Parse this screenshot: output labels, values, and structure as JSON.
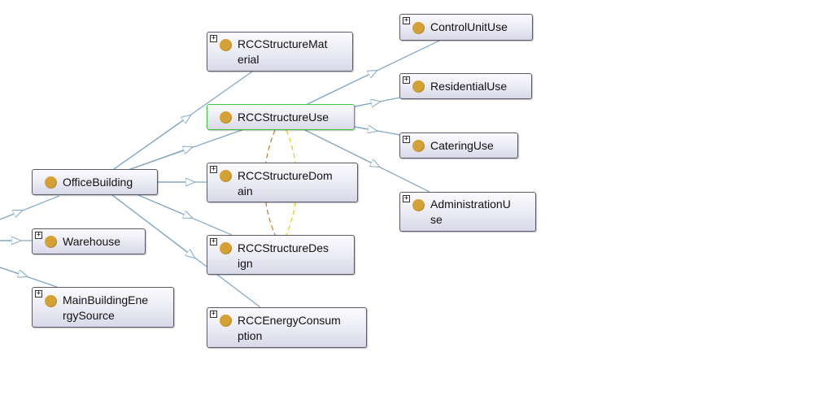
{
  "nodes": [
    {
      "id": "office_building",
      "label": "OfficeBuilding"
    },
    {
      "id": "warehouse",
      "label": "Warehouse"
    },
    {
      "id": "main_energy_source",
      "label": "MainBuildingEne\nrgySource"
    },
    {
      "id": "rcc_structure_material",
      "label": "RCCStructureMat\nerial"
    },
    {
      "id": "rcc_structure_use",
      "label": "RCCStructureUse",
      "selected": true
    },
    {
      "id": "rcc_structure_domain",
      "label": "RCCStructureDom\nain"
    },
    {
      "id": "rcc_structure_design",
      "label": "RCCStructureDes\nign"
    },
    {
      "id": "rcc_energy_consumption",
      "label": "RCCEnergyConsum\nption"
    },
    {
      "id": "control_unit_use",
      "label": "ControlUnitUse"
    },
    {
      "id": "residential_use",
      "label": "ResidentialUse"
    },
    {
      "id": "catering_use",
      "label": "CateringUse"
    },
    {
      "id": "administration_use",
      "label": "AdministrationU\nse"
    }
  ],
  "colors": {
    "edge": "#7fa6c6",
    "selected_border": "#3cc23c",
    "class_dot": "#d4a234",
    "dashed_orange": "#c0782a",
    "dashed_yellow": "#e8c81a"
  }
}
